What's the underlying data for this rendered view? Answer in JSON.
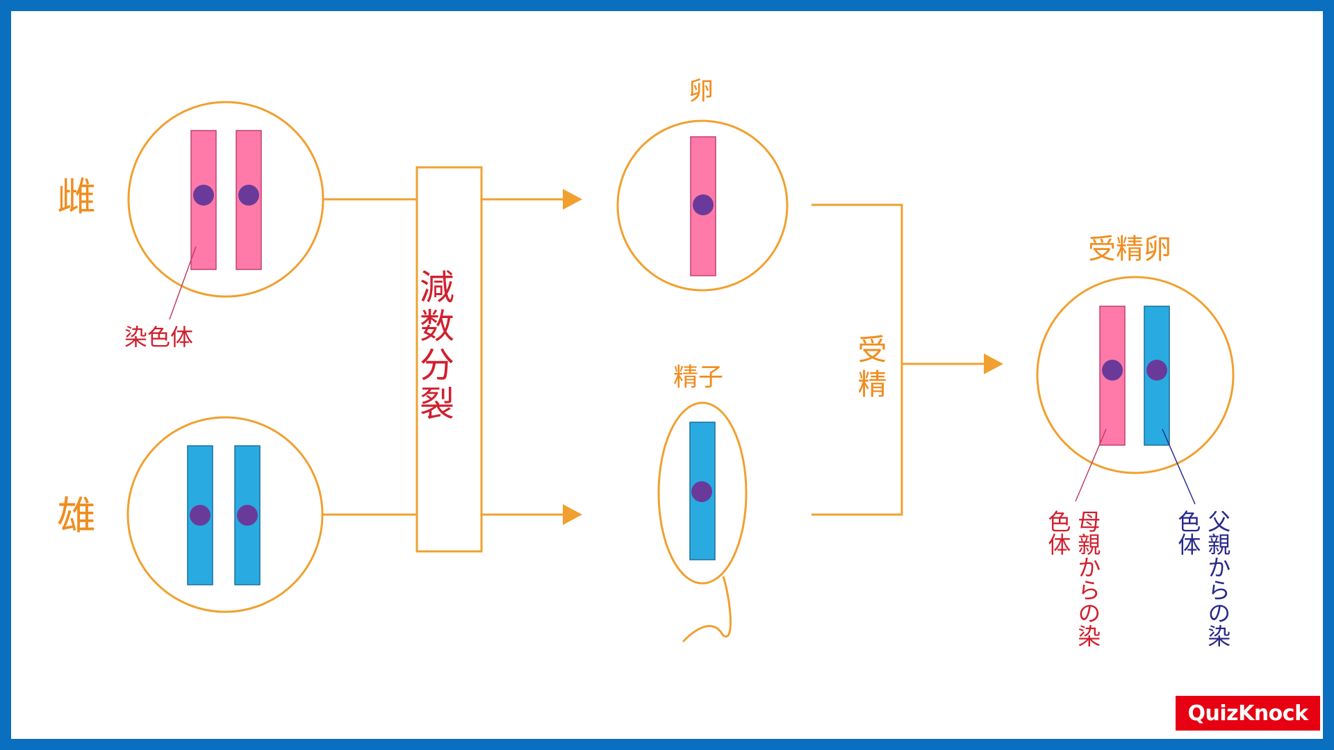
{
  "labels": {
    "female": "雌",
    "male": "雄",
    "chromosome": "染色体",
    "meiosis": "減数分裂",
    "egg": "卵",
    "sperm": "精子",
    "fertilization": "受精",
    "zygote": "受精卵",
    "maternal_chromosome": "母親からの染色体",
    "paternal_chromosome": "父親からの染色体"
  },
  "logo": {
    "text": "QuizKnock"
  },
  "colors": {
    "border": "#0b6fbf",
    "orange": "#f0a030",
    "orange_text": "#f08c1e",
    "red_text": "#d0202e",
    "pink": "#ff7aa8",
    "blue": "#29abe2",
    "centromere": "#6a3a9a",
    "navy_text": "#2a2a8a",
    "logo_bg": "#e60012"
  }
}
